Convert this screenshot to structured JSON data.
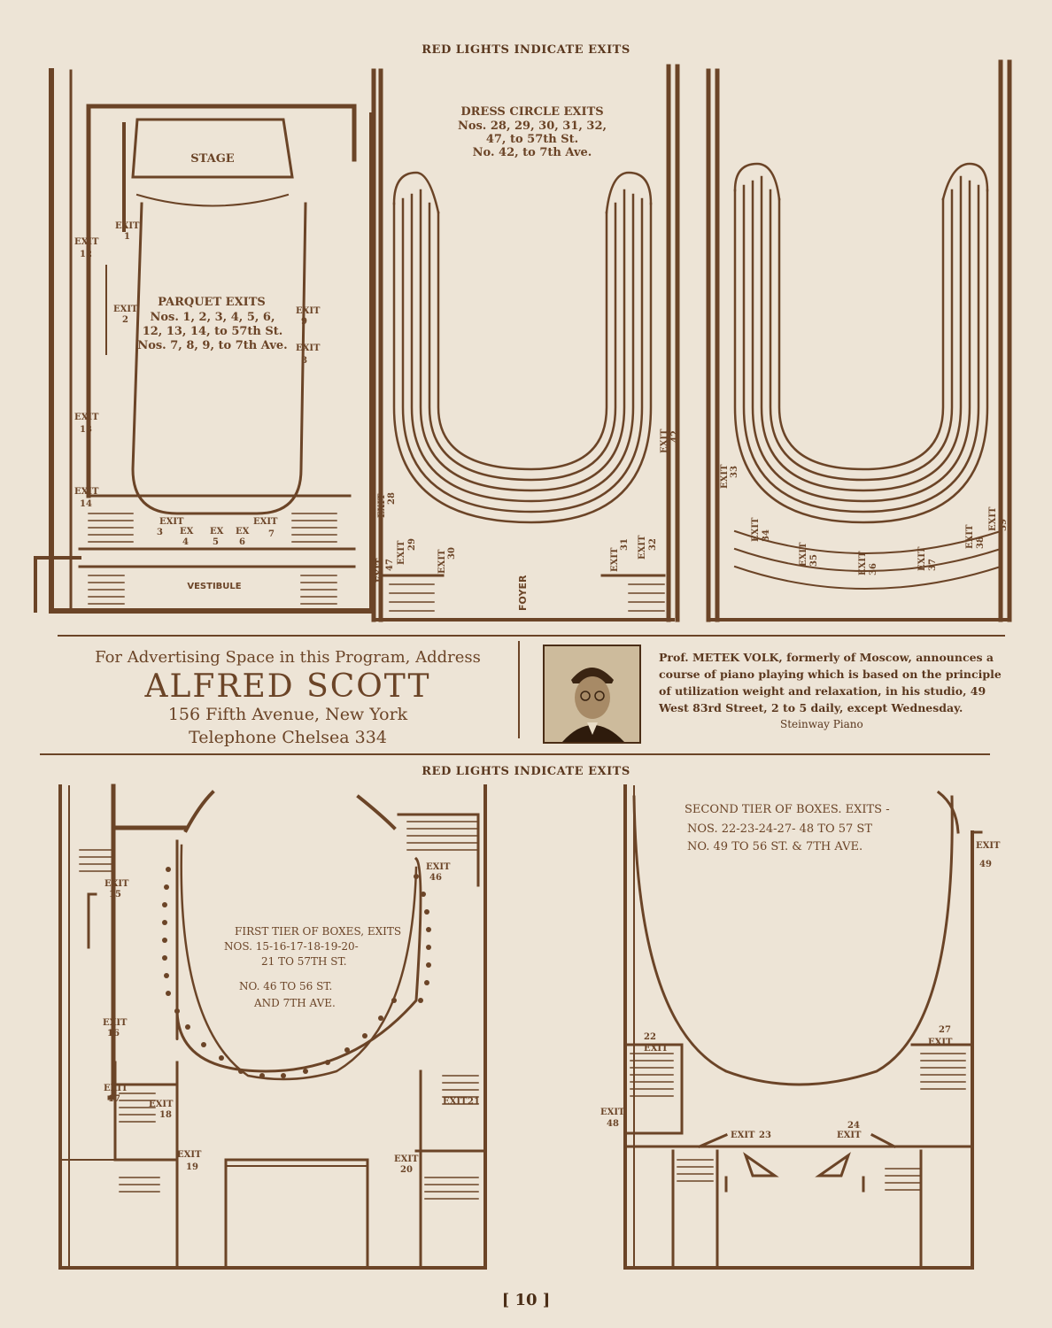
{
  "header_top": "RED LIGHTS INDICATE EXITS",
  "header_mid": "RED LIGHTS INDICATE EXITS",
  "parquet": {
    "stage": "STAGE",
    "title": "PARQUET EXITS",
    "line1": "Nos. 1, 2, 3, 4, 5, 6,",
    "line2": "12, 13, 14, to 57th St.",
    "line3": "Nos. 7, 8, 9, to 7th Ave.",
    "vestibule": "VESTIBULE",
    "exit_word": "EXIT",
    "ex_word": "EX",
    "n1": "1",
    "n2": "2",
    "n3": "3",
    "n4": "4",
    "n5": "5",
    "n6": "6",
    "n7": "7",
    "n8": "8",
    "n9": "9",
    "n12": "12",
    "n13": "13",
    "n14": "14"
  },
  "dress_circle": {
    "title": "DRESS CIRCLE EXITS",
    "line1": "Nos. 28, 29, 30, 31, 32,",
    "line2": "47, to 57th St.",
    "line3": "No. 42, to 7th Ave.",
    "foyer": "FOYER",
    "exit_word": "EXIT",
    "n28": "28",
    "n29": "29",
    "n30": "30",
    "n31": "31",
    "n32": "32",
    "n33": "33",
    "n34": "34",
    "n35": "35",
    "n36": "36",
    "n37": "37",
    "n38": "38",
    "n39": "39",
    "n42": "42",
    "n47": "47"
  },
  "ad": {
    "line1": "For Advertising Space in this Program, Address",
    "name": "ALFRED SCOTT",
    "address": "156 Fifth Avenue, New York",
    "phone": "Telephone Chelsea 334"
  },
  "notice": {
    "name": "Prof. METEK VOLK",
    "text": ", formerly of Moscow, announces a course of piano playing which is based on the principle of utilization weight and relaxation, in his studio, 49 West 83rd Street, 2 to 5 daily, except Wednesday.",
    "signature": "Steinway Piano"
  },
  "first_tier": {
    "title": "FIRST TIER OF BOXES, EXITS",
    "line1": "NOS. 15-16-17-18-19-20-",
    "line2": "21 TO 57TH ST.",
    "line3": "NO. 46 TO 56 ST.",
    "line4": "AND 7TH AVE.",
    "exit_word": "EXIT",
    "n15": "15",
    "n16": "16",
    "n17": "17",
    "n18": "18",
    "n19": "19",
    "n20": "20",
    "n21": "21",
    "n46": "46"
  },
  "second_tier": {
    "title": "SECOND TIER OF BOXES. EXITS -",
    "line1": "NOS. 22-23-24-27- 48 TO 57 ST",
    "line2": "NO. 49 TO 56 ST. & 7TH AVE.",
    "exit_word": "EXIT",
    "n22": "22",
    "n23": "23",
    "n24": "24",
    "n27": "27",
    "n48": "48",
    "n49": "49"
  },
  "page_number": "[ 10 ]",
  "colors": {
    "ink": "#6b4427",
    "paper": "#ede4d6"
  }
}
